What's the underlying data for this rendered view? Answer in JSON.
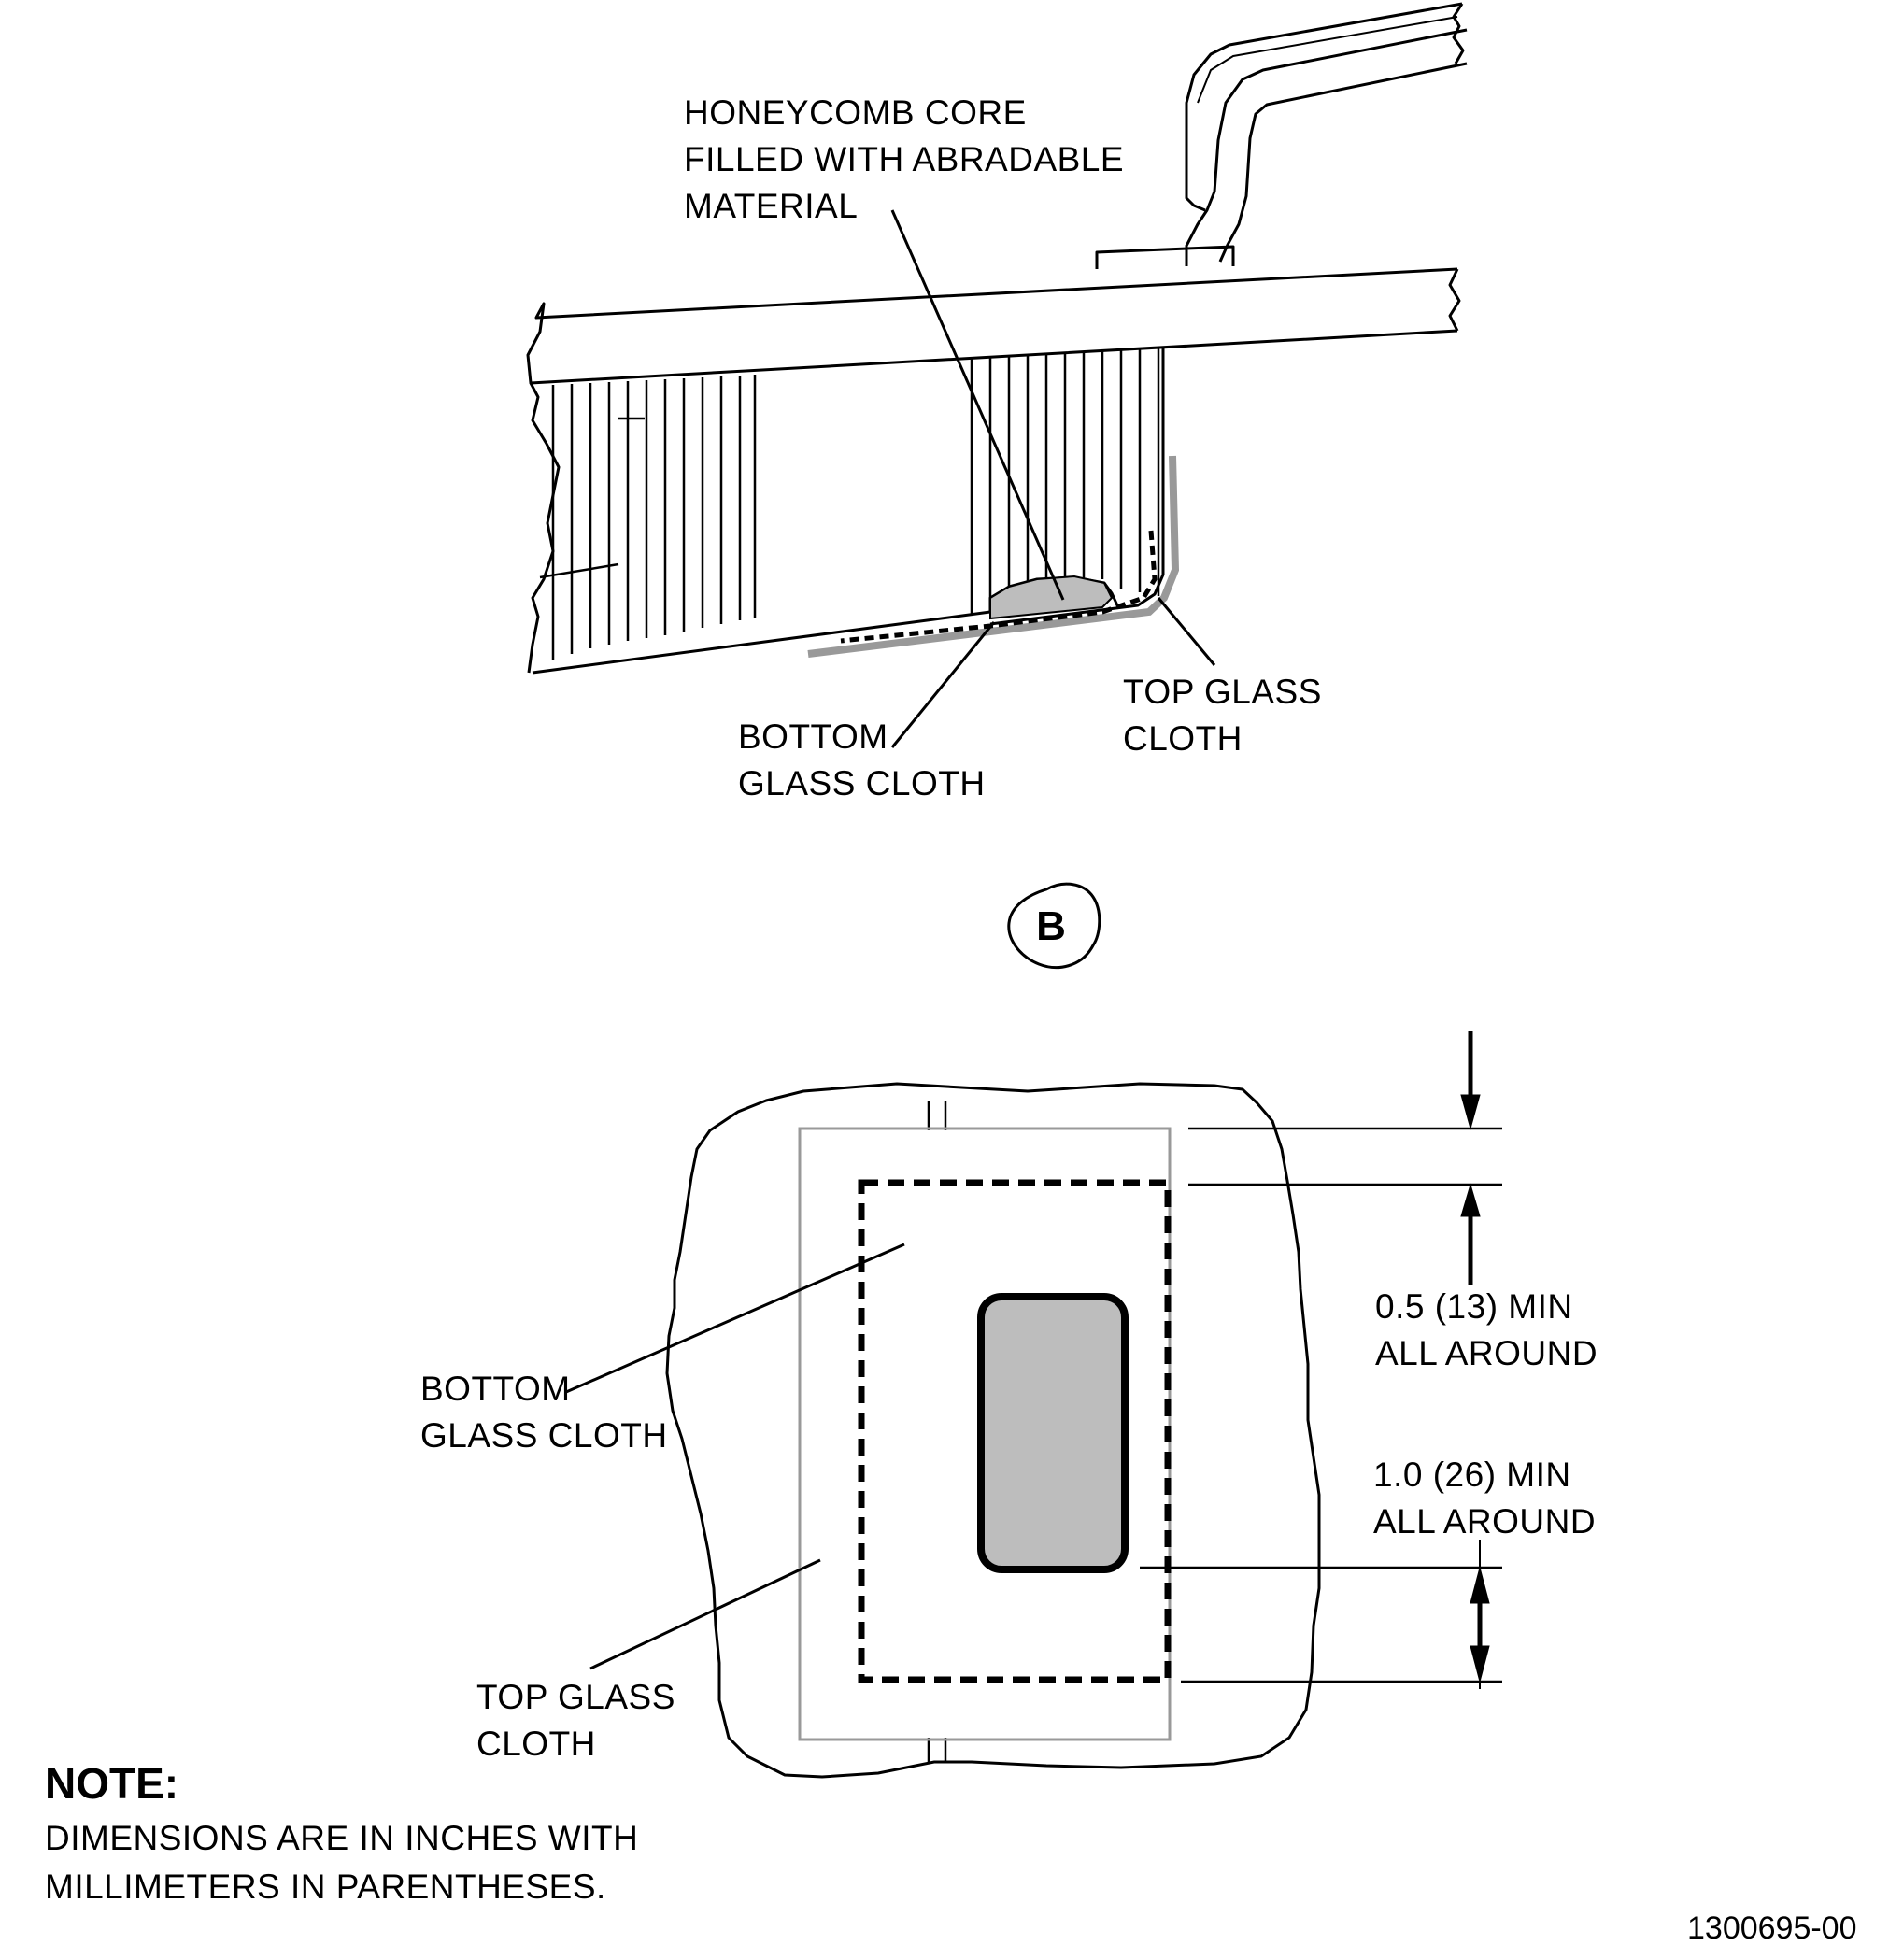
{
  "section_view": {
    "callouts": {
      "honeycomb_core": [
        "HONEYCOMB CORE",
        "FILLED WITH ABRADABLE",
        "MATERIAL"
      ],
      "bottom_glass_cloth": [
        "BOTTOM",
        "GLASS CLOTH"
      ],
      "top_glass_cloth": [
        "TOP GLASS",
        "CLOTH"
      ]
    }
  },
  "view_marker": {
    "letter": "B"
  },
  "plan_view": {
    "callouts": {
      "bottom_glass_cloth": [
        "BOTTOM",
        "GLASS CLOTH"
      ],
      "top_glass_cloth": [
        "TOP GLASS",
        "CLOTH"
      ]
    },
    "dimensions": {
      "top_cloth_margin": [
        "0.5 (13) MIN",
        "ALL AROUND"
      ],
      "bottom_cloth_margin": [
        "1.0 (26) MIN",
        "ALL AROUND"
      ]
    }
  },
  "note": {
    "heading": "NOTE:",
    "text": [
      "DIMENSIONS ARE IN INCHES WITH",
      "MILLIMETERS IN PARENTHESES."
    ]
  },
  "figure_number": "1300695-00",
  "colors": {
    "line": "#000000",
    "fill_gray": "#bdbdbd",
    "outline_gray": "#999999"
  }
}
